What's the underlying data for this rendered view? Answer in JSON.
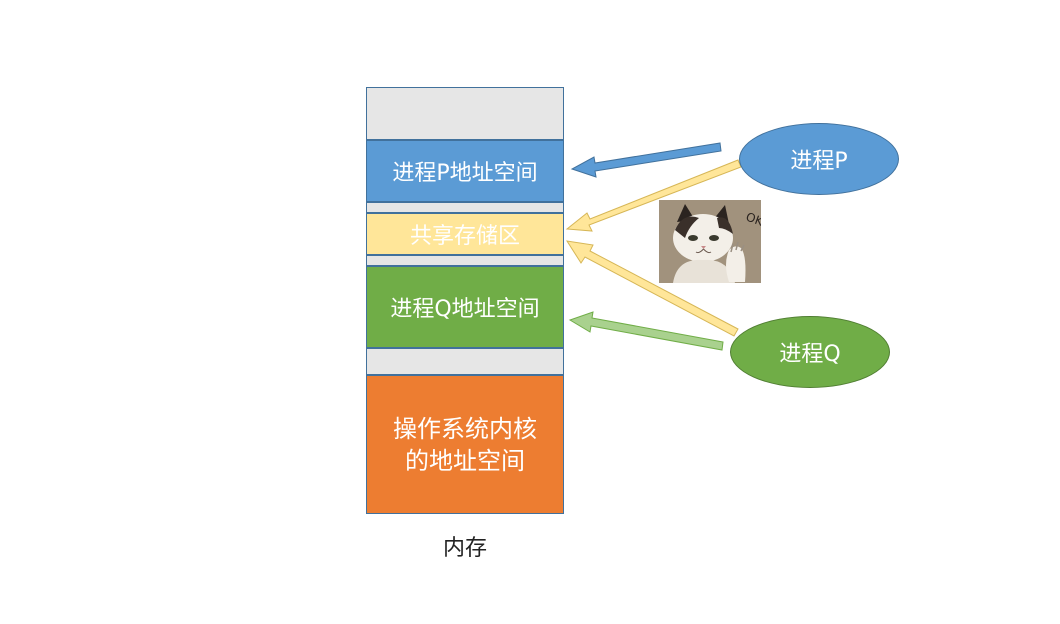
{
  "memory": {
    "label": "内存",
    "blocks": {
      "process_p": "进程P地址空间",
      "shared": "共享存储区",
      "process_q": "进程Q地址空间",
      "kernel_line1": "操作系统内核",
      "kernel_line2": "的地址空间"
    }
  },
  "processes": {
    "p": "进程P",
    "q": "进程Q"
  },
  "sticker": {
    "text": "OK",
    "icon": "cat-ok-sticker"
  },
  "colors": {
    "blue": "#5b9bd5",
    "yellow": "#ffe699",
    "green": "#70ad47",
    "orange": "#ed7d31",
    "gray": "#e6e6e6",
    "border": "#41719c"
  }
}
